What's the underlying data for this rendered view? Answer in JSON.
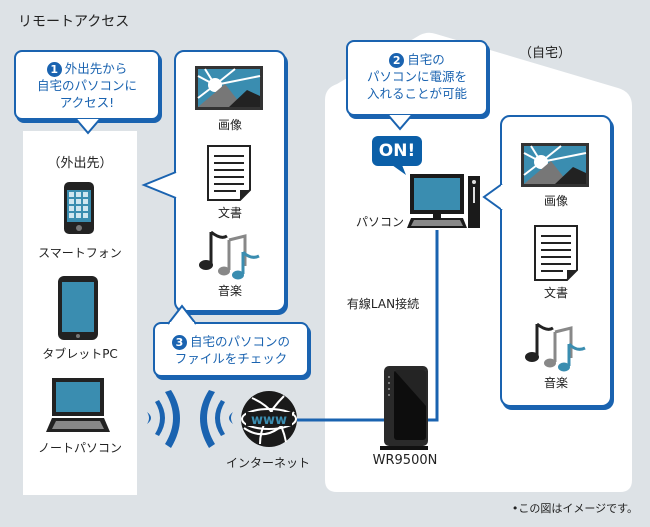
{
  "title": "リモートアクセス",
  "away": {
    "label": "（外出先）",
    "devices": [
      {
        "name": "スマートフォン",
        "icon": "smartphone-icon"
      },
      {
        "name": "タブレットPC",
        "icon": "tablet-icon"
      },
      {
        "name": "ノートパソコン",
        "icon": "laptop-icon"
      }
    ]
  },
  "home": {
    "label": "（自宅）",
    "pc_label": "パソコン",
    "on_badge": "ON!",
    "lan_label": "有線LAN接続",
    "router_label": "WR9500N"
  },
  "internet_label": "インターネット",
  "steps": [
    {
      "num": "1",
      "lines": [
        "外出先から",
        "自宅のパソコンに",
        "アクセス!"
      ]
    },
    {
      "num": "2",
      "lines": [
        "自宅の",
        "パソコンに電源を",
        "入れることが可能"
      ]
    },
    {
      "num": "3",
      "lines": [
        "自宅のパソコンの",
        "ファイルをチェック"
      ]
    }
  ],
  "files": [
    "画像",
    "文書",
    "音楽"
  ],
  "note": "•この図はイメージです。",
  "colors": {
    "accent": "#1a63b0",
    "screen": "#3a8db0",
    "background": "#dde2e6"
  }
}
